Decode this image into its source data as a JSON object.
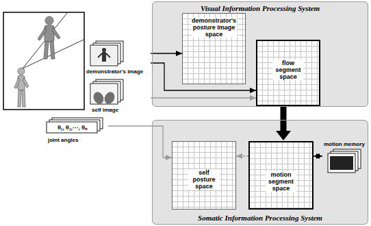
{
  "diagram": {
    "nodes": [
      {
        "text": [
          "Visual Information Processing System"
        ]
      },
      {
        "text": [
          "demonstrator's posture Image space"
        ],
        "in": 0
      },
      {
        "text": [
          "flow segment space"
        ],
        "in": 0
      },
      {
        "text": [
          "demonstrator's image"
        ]
      },
      {
        "text": [
          "self image"
        ]
      },
      {
        "text": [
          "Somatic Information Processing System"
        ]
      },
      {
        "text": [
          "θ₁, θ₂,···, θₙ",
          "joint angles"
        ]
      },
      {
        "text": [
          "self posture space"
        ],
        "in": 5
      },
      {
        "text": [
          "motion segment space"
        ],
        "in": 5
      },
      {
        "text": [
          "motion memory"
        ],
        "in": 5
      }
    ],
    "edges": [
      {
        "from": 3,
        "to": 1,
        "arrow": "to"
      },
      {
        "from": 3,
        "to": 2,
        "arrow": "to"
      },
      {
        "from": 4,
        "to": 2,
        "arrow": "to"
      },
      {
        "from": 2,
        "to": 8,
        "arrow": "to"
      },
      {
        "from": 6,
        "to": 7,
        "arrow": "to"
      },
      {
        "from": 8,
        "to": 7,
        "arrow": "to"
      },
      {
        "from": 8,
        "to": 9,
        "arrow": "both"
      }
    ]
  }
}
